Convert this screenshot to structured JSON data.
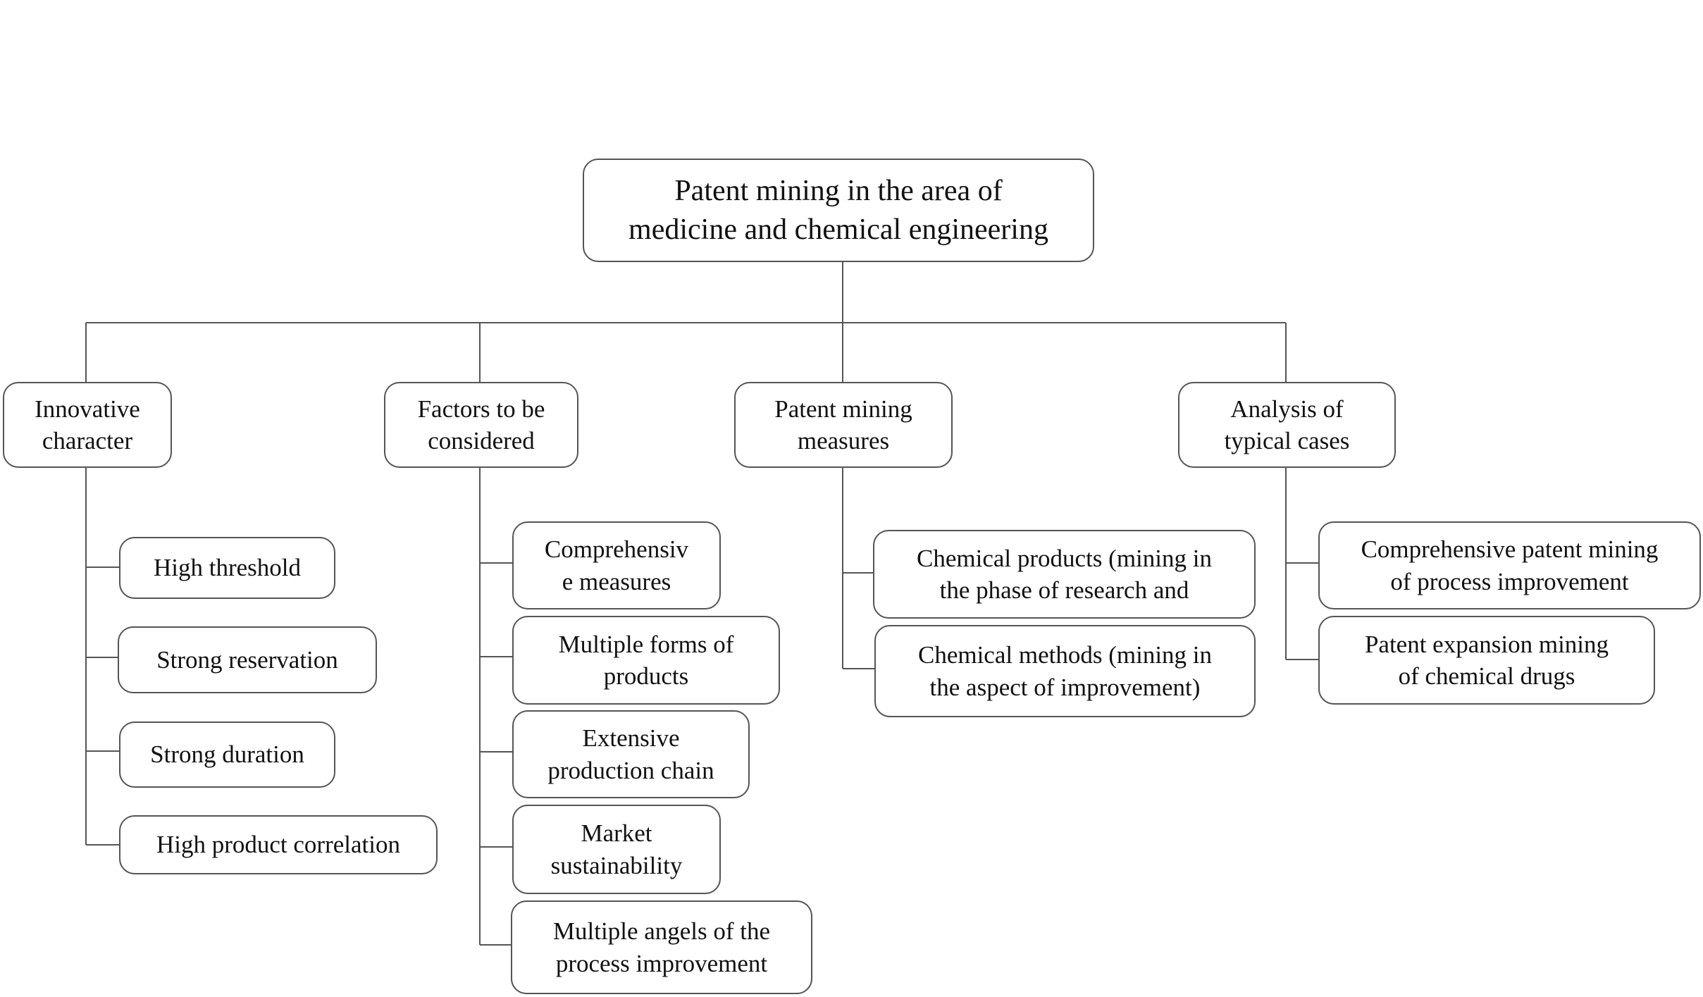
{
  "root": {
    "label": "Patent mining in the area of\nmedicine and chemical engineering"
  },
  "categories": [
    {
      "label": "Innovative\ncharacter",
      "items": [
        "High threshold",
        "Strong reservation",
        "Strong duration",
        "High product correlation"
      ]
    },
    {
      "label": "Factors to be\nconsidered",
      "items": [
        "Comprehensiv\ne measures",
        "Multiple forms of\nproducts",
        "Extensive\nproduction chain",
        "Market\nsustainability",
        "Multiple angels of the\nprocess improvement"
      ]
    },
    {
      "label": "Patent mining\nmeasures",
      "items": [
        "Chemical products (mining in\nthe phase of research and",
        "Chemical methods (mining in\nthe aspect of improvement)"
      ]
    },
    {
      "label": "Analysis of\ntypical cases",
      "items": [
        "Comprehensive patent mining\nof process improvement",
        "Patent expansion mining\nof chemical drugs"
      ]
    }
  ]
}
